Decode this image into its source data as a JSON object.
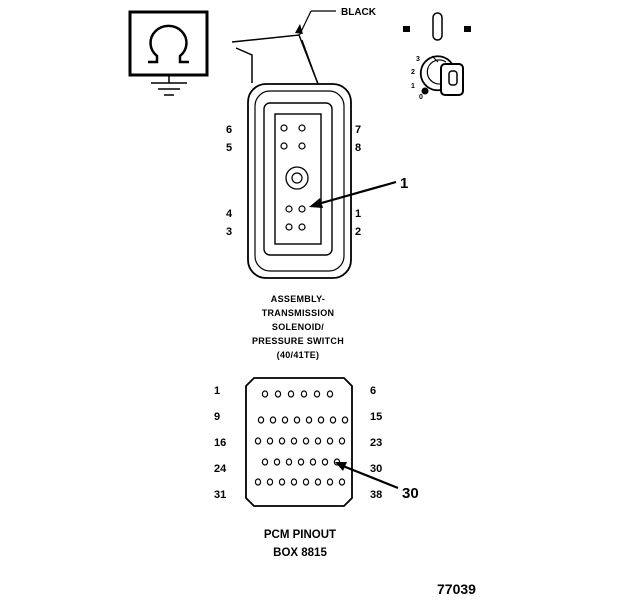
{
  "wire_color_label": "BLACK",
  "ignition": {
    "positions": [
      "3",
      "2",
      "1",
      "0"
    ],
    "icons": [
      "ignition-switch-icon",
      "key-icon"
    ]
  },
  "ground_symbol_icon": "ohm-ground-icon",
  "solenoid_connector": {
    "pin_labels": {
      "p6": "6",
      "p5": "5",
      "p4": "4",
      "p3": "3",
      "p7": "7",
      "p8": "8",
      "p1": "1",
      "p2": "2"
    },
    "callout": "1",
    "caption": [
      "ASSEMBLY-",
      "TRANSMISSION",
      "SOLENOID/",
      "PRESSURE SWITCH",
      "(40/41TE)"
    ]
  },
  "pcm_connector": {
    "row_labels_left": [
      "1",
      "9",
      "16",
      "24",
      "31"
    ],
    "row_labels_right": [
      "6",
      "15",
      "23",
      "30",
      "38"
    ],
    "callout": "30",
    "caption": [
      "PCM PINOUT",
      "BOX 8815"
    ]
  },
  "figure_number": "77039"
}
